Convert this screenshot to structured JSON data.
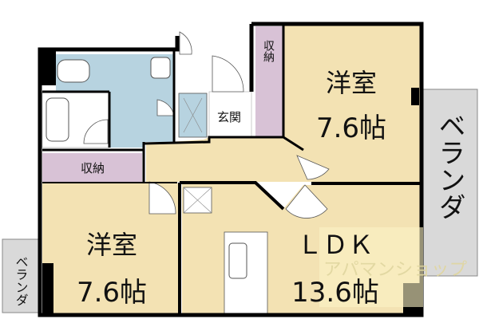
{
  "floorplan": {
    "rooms": {
      "bedroom_right": {
        "name": "洋室",
        "size": "7.6帖"
      },
      "bedroom_left": {
        "name": "洋室",
        "size": "7.6帖"
      },
      "ldk": {
        "name": "ＬＤＫ",
        "size": "13.6帖"
      },
      "storage_top": "収納",
      "storage_left": "収納",
      "entrance": "玄関",
      "veranda_right": "ベランダ",
      "veranda_left": "ベランダ"
    },
    "watermark": "アパマンショップ",
    "colors": {
      "room": "#f3e2b3",
      "wet_area": "#b7d3e0",
      "storage": "#d8c2d6",
      "veranda": "#d9d9d9",
      "wall": "#000000"
    }
  }
}
